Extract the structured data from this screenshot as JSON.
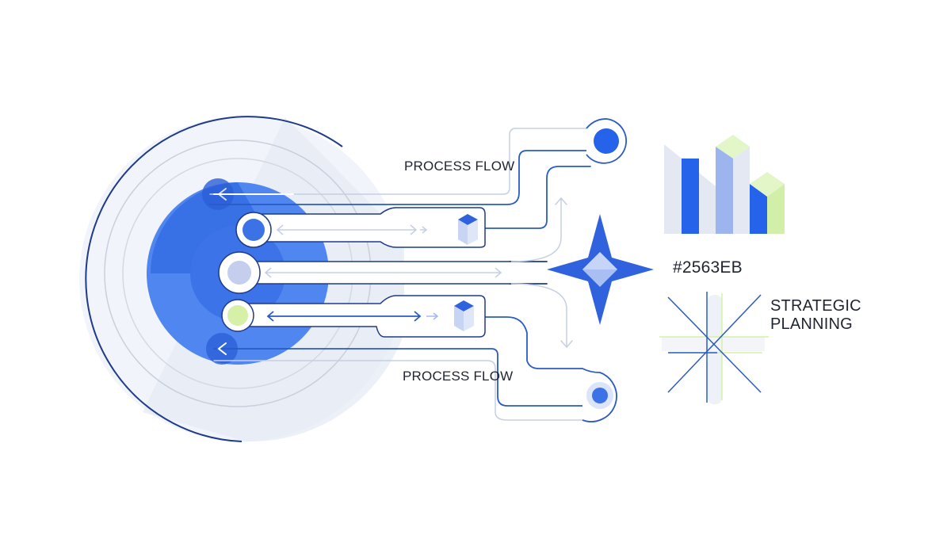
{
  "labels": {
    "process_flow_top": "PROCESS FLOW",
    "process_flow_bottom": "PROCESS FLOW",
    "color_code": "#2563EB",
    "strategic_line1": "STRATEGIC",
    "strategic_line2": "PLANNING"
  },
  "colors": {
    "primary": "#2563EB",
    "navy": "#1e3a8a",
    "light_blue": "#a5b8f0",
    "pale": "#e6ebf5",
    "green": "#d6f0a8"
  }
}
